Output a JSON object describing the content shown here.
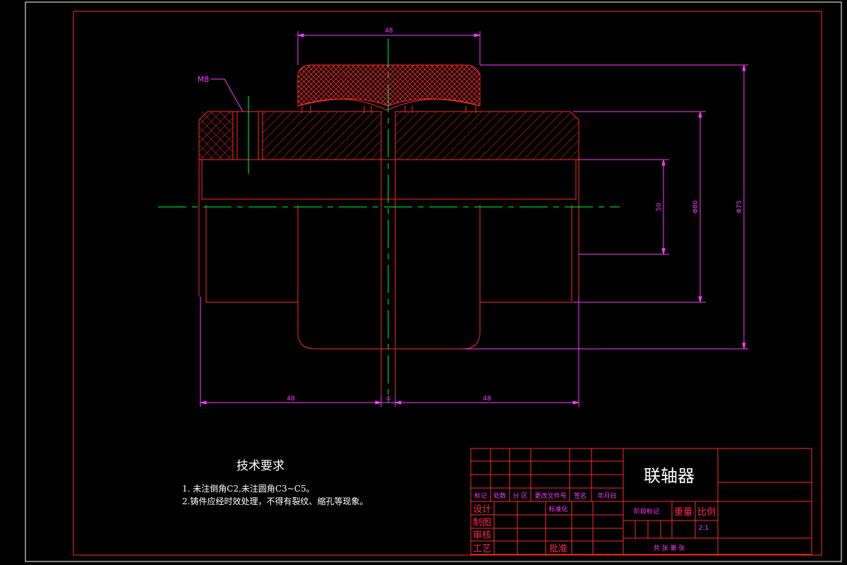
{
  "dimensions": {
    "top_width": "48",
    "thread": "M8",
    "bore": "50",
    "hub_dia": "Φ80",
    "outer_dia": "Φ75",
    "left_length": "48",
    "gap": "4",
    "right_length": "48"
  },
  "requirements": {
    "title": "技术要求",
    "items": [
      "1.  未注倒角C2,未注圆角C3~C5。",
      "2.铸件应经时效处理，不得有裂纹、缩孔等现象。"
    ]
  },
  "title_block": {
    "part_name": "联轴器",
    "header_labels": [
      "标记",
      "处数",
      "分 区",
      "更改文件号",
      "签名",
      "年月日"
    ],
    "role_design": "设计",
    "role_drawing": "制图",
    "role_review": "审核",
    "role_process": "工艺",
    "standardize": "标准化",
    "approve": "批准",
    "stage_mark": "阶段标记",
    "weight": "重量",
    "scale_label": "比例",
    "scale_value": "2:1",
    "sheets": "共  张    第  张"
  },
  "colors": {
    "outline": "#ff2a2a",
    "dimension": "#ff3bff",
    "centerline": "#00ff33",
    "hatch": "#ff2a2a",
    "text": "#ffffff"
  }
}
